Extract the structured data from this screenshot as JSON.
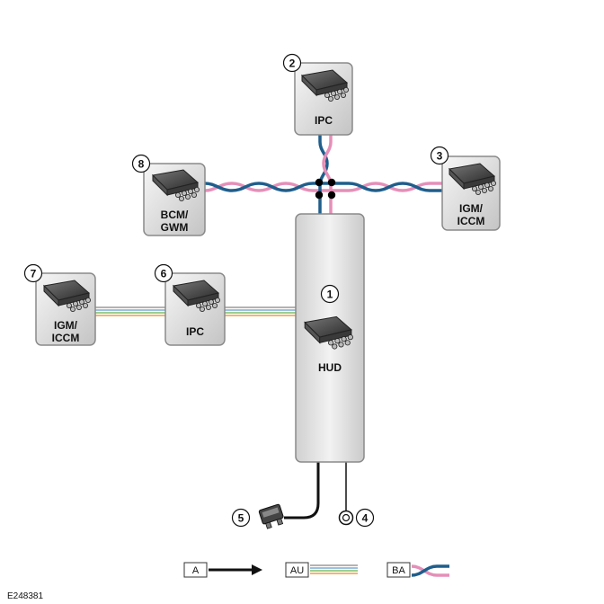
{
  "diagram_id": "E248381",
  "modules": {
    "hud": {
      "number": "1",
      "name": "HUD"
    },
    "ipc_top": {
      "number": "2",
      "name": "IPC"
    },
    "igm_right": {
      "number": "3",
      "name_line1": "IGM/",
      "name_line2": "ICCM"
    },
    "ground": {
      "number": "4"
    },
    "fuse": {
      "number": "5"
    },
    "ipc_left": {
      "number": "6",
      "name": "IPC"
    },
    "igm_left": {
      "number": "7",
      "name_line1": "IGM/",
      "name_line2": "ICCM"
    },
    "bcm": {
      "number": "8",
      "name_line1": "BCM/",
      "name_line2": "GWM"
    }
  },
  "legend": {
    "a": "A",
    "au": "AU",
    "ba": "BA"
  },
  "colors": {
    "can_blue": "#1f5e8c",
    "can_pink": "#e58fb8",
    "module_border": "#8a8a8a",
    "wire_black": "#111111",
    "lvds_orange": "#e8a040",
    "lvds_green": "#7dbf6a",
    "lvds_blue": "#7aaed6",
    "lvds_grey": "#9a9a9a"
  }
}
